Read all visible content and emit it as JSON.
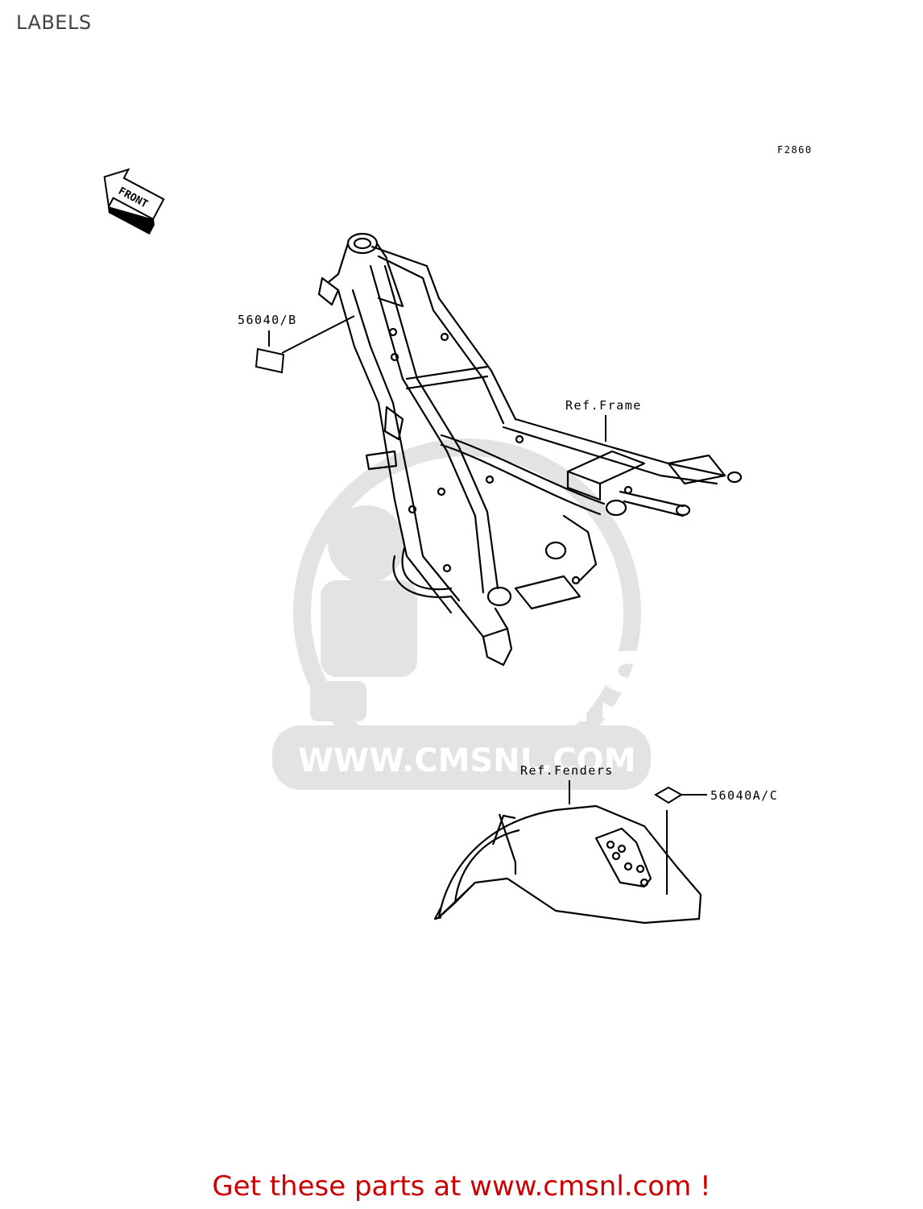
{
  "page": {
    "title": "LABELS"
  },
  "diagram": {
    "figure_code": "F2860",
    "front_arrow_label": "FRONT",
    "callouts": {
      "label_b": "56040/B",
      "ref_frame": "Ref.Frame",
      "ref_fenders": "Ref.Fenders",
      "label_ac": "56040A/C"
    }
  },
  "watermark": {
    "logo_text": "CMS",
    "url_text": "WWW.CMSNL.COM"
  },
  "footer": {
    "text": "Get these parts at www.cmsnl.com !",
    "color": "#cc0000"
  },
  "colors": {
    "line": "#000000",
    "watermark": "#e3e3e3",
    "title": "#444444"
  }
}
